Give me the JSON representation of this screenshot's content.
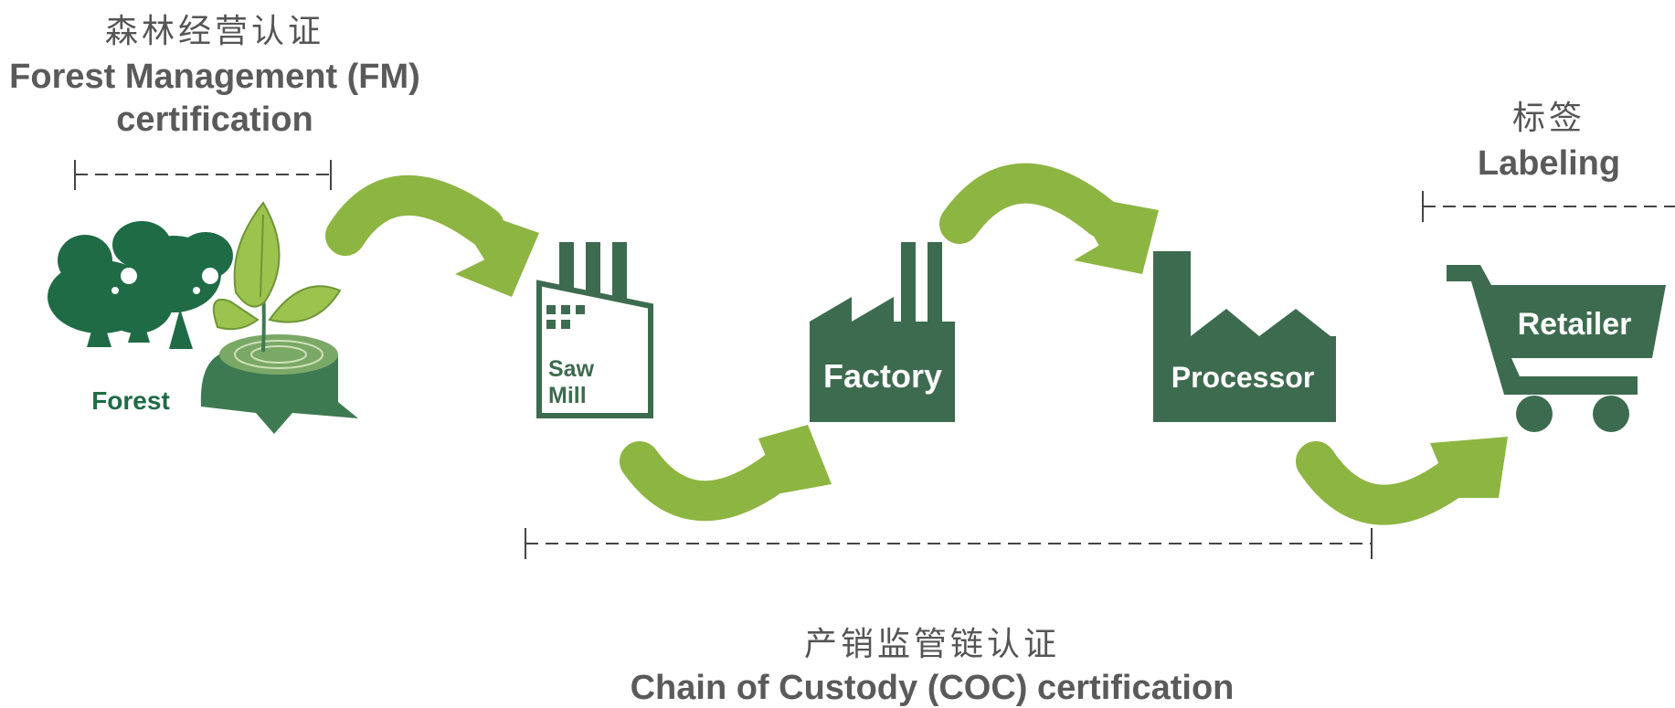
{
  "stages": {
    "forest": "Forest",
    "sawmill_line1": "Saw",
    "sawmill_line2": "Mill",
    "factory": "Factory",
    "processor": "Processor",
    "retailer": "Retailer"
  },
  "brackets": {
    "fm": {
      "cn": "森林经营认证",
      "en_line1": "Forest Management (FM)",
      "en_line2": "certification"
    },
    "labeling": {
      "cn": "标签",
      "en": "Labeling"
    },
    "coc": {
      "cn": "产销监管链认证",
      "en": "Chain of Custody (COC) certification"
    }
  },
  "colors": {
    "dark_green": "#3d6b4f",
    "forest_green": "#1f6b45",
    "arrow_green": "#8db542",
    "leaf_green": "#9cc34e",
    "text_gray": "#5a5a5a"
  }
}
